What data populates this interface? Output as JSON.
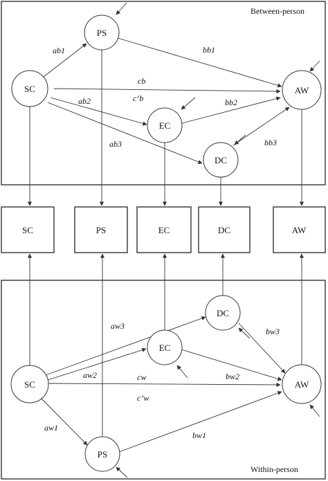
{
  "panels": {
    "between_title": "Between-person",
    "within_title": "Within-person"
  },
  "between_nodes": {
    "sc": "SC",
    "ps": "PS",
    "ec": "EC",
    "dc": "DC",
    "aw": "AW"
  },
  "observed_boxes": {
    "sc": "SC",
    "ps": "PS",
    "ec": "EC",
    "dc": "DC",
    "aw": "AW"
  },
  "within_nodes": {
    "sc": "SC",
    "ps": "PS",
    "ec": "EC",
    "dc": "DC",
    "aw": "AW"
  },
  "between_paths": {
    "ab1": "ab1",
    "bb1": "bb1",
    "cb": "cb",
    "c_prime_b": "c‘b",
    "ab2": "ab2",
    "bb2": "bb2",
    "ab3": "ab3",
    "bb3": "bb3"
  },
  "within_paths": {
    "aw3": "aw3",
    "bw3": "bw3",
    "aw2": "aw2",
    "cw": "cw",
    "bw2": "bw2",
    "c_prime_w": "c’w",
    "aw1": "aw1",
    "bw1": "bw1"
  }
}
